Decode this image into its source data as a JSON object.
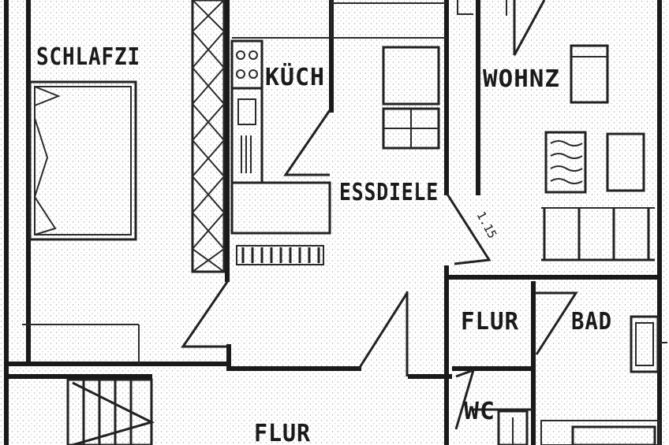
{
  "rooms": {
    "schlafzi": "SCHLAFZI",
    "kuech": "KÜCH",
    "wohnz": "WOHNZ",
    "essdiele": "ESSDIELE",
    "flur_upper": "FLUR",
    "bad": "BAD",
    "wc": "WC",
    "flur_lower": "FLUR"
  },
  "annotations": {
    "door_width": "1.15"
  },
  "colors": {
    "paper": "#ffffff",
    "ink": "#1a1a1a",
    "speckle": "#9a9a9a"
  }
}
